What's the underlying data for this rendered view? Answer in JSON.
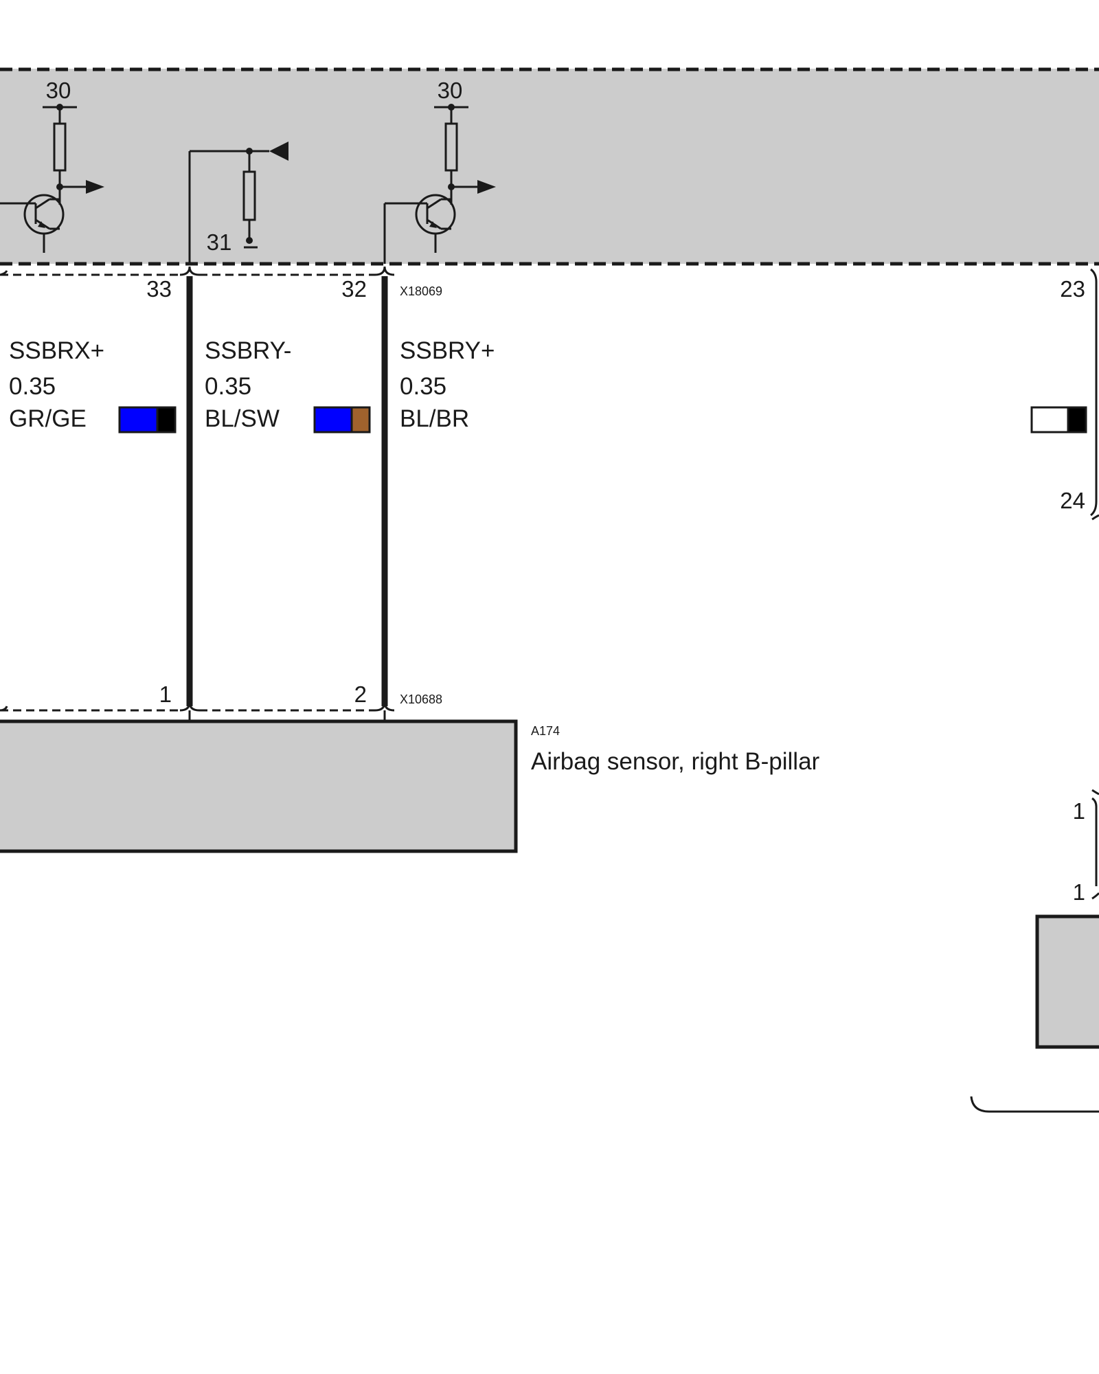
{
  "control_unit": {
    "terminal_30_left": "30",
    "terminal_30_right": "30",
    "terminal_31": "31"
  },
  "connector_top": {
    "id": "X18069",
    "pin_33": "33",
    "pin_32": "32",
    "pin_23": "23"
  },
  "connector_bottom": {
    "id": "X10688",
    "pin_1": "1",
    "pin_2": "2"
  },
  "wires": [
    {
      "name": "SSBRX+",
      "size": "0.35",
      "color_code": "GR/GE",
      "swatch": [
        "#0000ff",
        "#000000"
      ]
    },
    {
      "name": "SSBRY-",
      "size": "0.35",
      "color_code": "BL/SW",
      "swatch": [
        "#0000ff",
        "#a0622d"
      ]
    },
    {
      "name": "SSBRY+",
      "size": "0.35",
      "color_code": "BL/BR"
    }
  ],
  "right_wire": {
    "swatch": [
      "#ffffff",
      "#000000"
    ],
    "pin_24": "24",
    "pin_1_upper": "1",
    "pin_1_lower": "1"
  },
  "component": {
    "id": "A174",
    "name": "Airbag sensor, right B-pillar"
  },
  "colors": {
    "module_fill": "#cccccc",
    "line": "#1a1a1a"
  }
}
